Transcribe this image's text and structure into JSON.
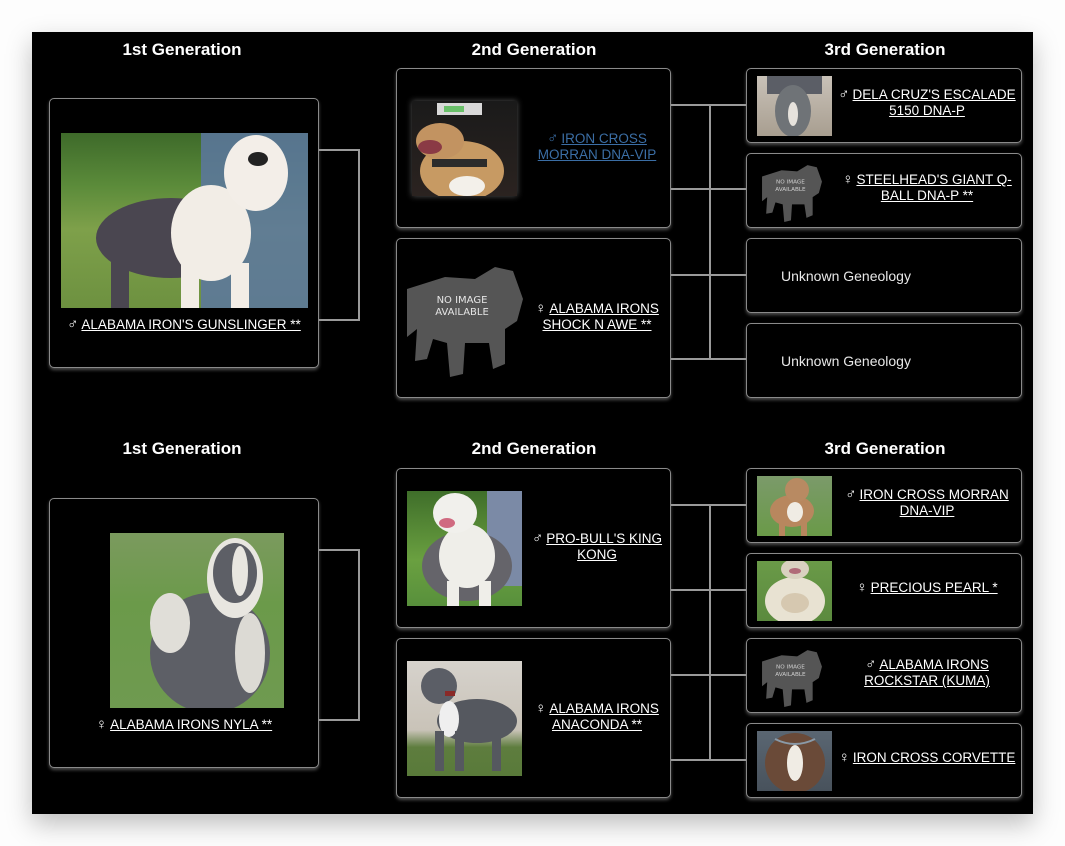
{
  "colors": {
    "panel_bg": "#000000",
    "card_border": "#8a8a8a",
    "connector": "#9a9a9a",
    "link": "#ffffff",
    "link_visited": "#3b6ea5",
    "page_bg": "#fdfdfd"
  },
  "no_image_text": {
    "line1": "NO IMAGE",
    "line2": "AVAILABLE"
  },
  "pedigrees": [
    {
      "headers": [
        "1st Generation",
        "2nd Generation",
        "3rd Generation"
      ],
      "gen1": {
        "sex": "♂",
        "name": "ALABAMA IRON'S GUNSLINGER **",
        "image": "photo"
      },
      "gen2": [
        {
          "sex": "♂",
          "name": "IRON CROSS MORRAN DNA-VIP",
          "image": "photo",
          "visited": true
        },
        {
          "sex": "♀",
          "name": "ALABAMA IRONS SHOCK N AWE **",
          "image": "none"
        }
      ],
      "gen3": [
        {
          "sex": "♂",
          "name": "DELA CRUZ'S ESCALADE 5150 DNA-P",
          "image": "photo"
        },
        {
          "sex": "♀",
          "name": "STEELHEAD'S GIANT Q-BALL DNA-P **",
          "image": "none"
        },
        {
          "unknown": "Unknown Geneology"
        },
        {
          "unknown": "Unknown Geneology"
        }
      ]
    },
    {
      "headers": [
        "1st Generation",
        "2nd Generation",
        "3rd Generation"
      ],
      "gen1": {
        "sex": "♀",
        "name": "ALABAMA IRONS NYLA **",
        "image": "photo"
      },
      "gen2": [
        {
          "sex": "♂",
          "name": "PRO-BULL'S KING KONG",
          "image": "photo"
        },
        {
          "sex": "♀",
          "name": "ALABAMA IRONS ANACONDA **",
          "image": "photo"
        }
      ],
      "gen3": [
        {
          "sex": "♂",
          "name": "IRON CROSS MORRAN DNA-VIP",
          "image": "photo"
        },
        {
          "sex": "♀",
          "name": "PRECIOUS PEARL *",
          "image": "photo"
        },
        {
          "sex": "♂",
          "name": "ALABAMA IRONS ROCKSTAR (KUMA)",
          "image": "none"
        },
        {
          "sex": "♀",
          "name": "IRON CROSS CORVETTE",
          "image": "photo"
        }
      ]
    }
  ]
}
